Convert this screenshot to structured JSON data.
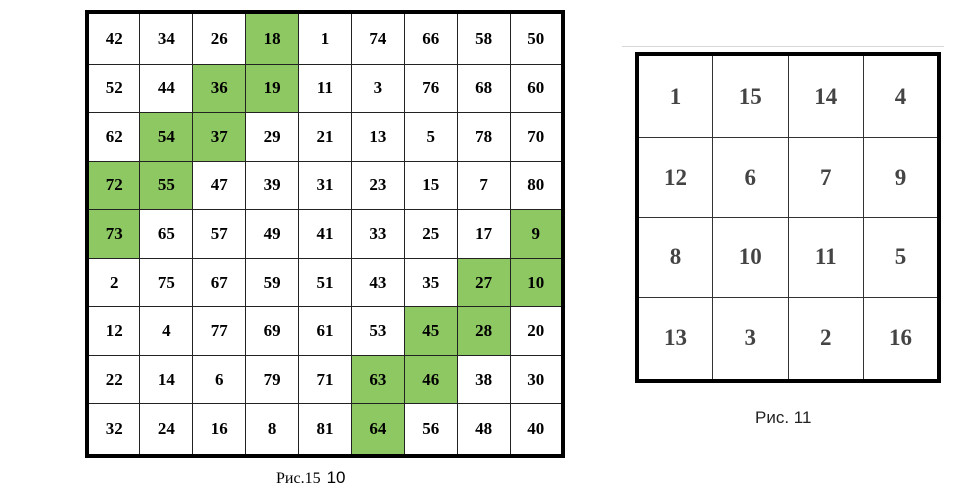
{
  "magic_square_9": {
    "rows": [
      [
        42,
        34,
        26,
        18,
        1,
        74,
        66,
        58,
        50
      ],
      [
        52,
        44,
        36,
        19,
        11,
        3,
        76,
        68,
        60
      ],
      [
        62,
        54,
        37,
        29,
        21,
        13,
        5,
        78,
        70
      ],
      [
        72,
        55,
        47,
        39,
        31,
        23,
        15,
        7,
        80
      ],
      [
        73,
        65,
        57,
        49,
        41,
        33,
        25,
        17,
        9
      ],
      [
        2,
        75,
        67,
        59,
        51,
        43,
        35,
        27,
        10
      ],
      [
        12,
        4,
        77,
        69,
        61,
        53,
        45,
        28,
        20
      ],
      [
        22,
        14,
        6,
        79,
        71,
        63,
        46,
        38,
        30
      ],
      [
        32,
        24,
        16,
        8,
        81,
        64,
        56,
        48,
        40
      ]
    ],
    "highlighted": [
      [
        0,
        3
      ],
      [
        1,
        2
      ],
      [
        1,
        3
      ],
      [
        2,
        1
      ],
      [
        2,
        2
      ],
      [
        3,
        0
      ],
      [
        3,
        1
      ],
      [
        4,
        0
      ],
      [
        4,
        8
      ],
      [
        5,
        7
      ],
      [
        5,
        8
      ],
      [
        6,
        6
      ],
      [
        6,
        7
      ],
      [
        7,
        5
      ],
      [
        7,
        6
      ],
      [
        8,
        5
      ]
    ],
    "caption": "Рис.15",
    "caption_suffix": "10"
  },
  "magic_square_4": {
    "rows": [
      [
        1,
        15,
        14,
        4
      ],
      [
        12,
        6,
        7,
        9
      ],
      [
        8,
        10,
        11,
        5
      ],
      [
        13,
        3,
        2,
        16
      ]
    ],
    "caption": "Рис. 11"
  },
  "colors": {
    "highlight": "#8dc863"
  }
}
